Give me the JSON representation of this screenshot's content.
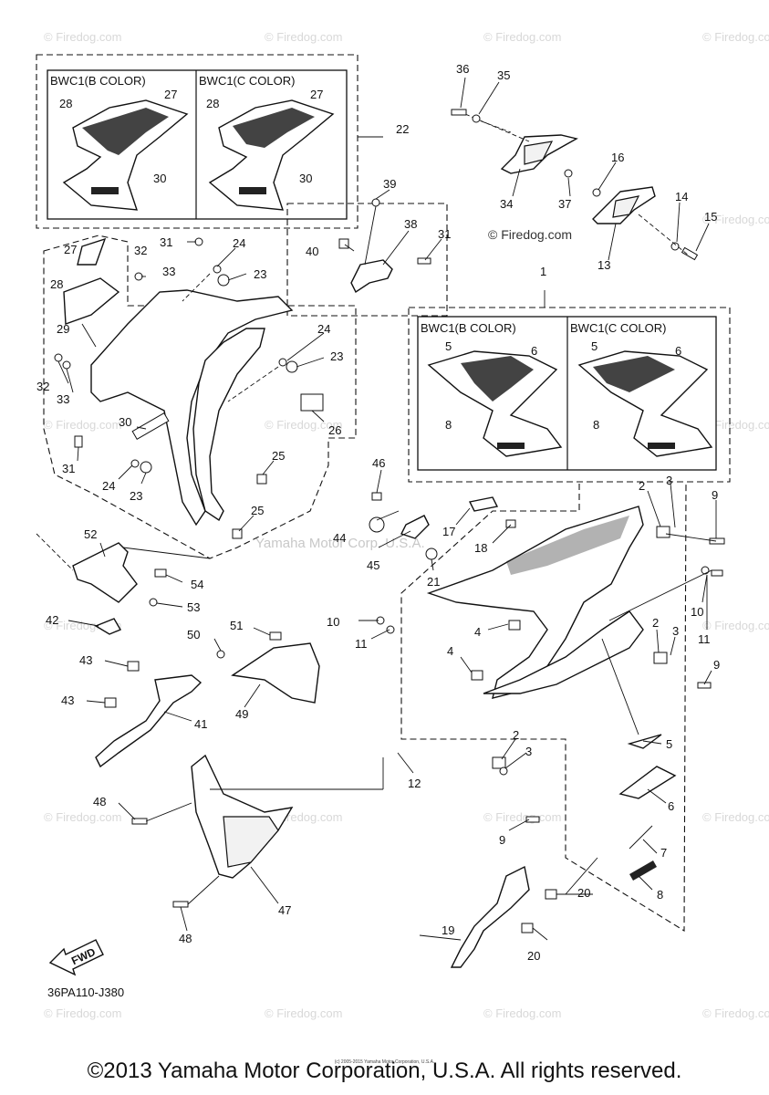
{
  "watermark": "© Firedog.com",
  "center_watermark": "Yamaha Motor Corp. U.S.A.",
  "diagram_code": "36PA110-J380",
  "fwd_label": "FWD",
  "copyright": "©2013 Yamaha Motor Corporation, U.S.A. All rights reserved.",
  "small_copyright": "(c) 2005-2015 Yamaha Motor Corporation, U.S.A.",
  "inset_top": {
    "b_color": "BWC1(B COLOR)",
    "c_color": "BWC1(C COLOR)",
    "num": "22"
  },
  "inset_right": {
    "b_color": "BWC1(B COLOR)",
    "c_color": "BWC1(C COLOR)",
    "num": "1"
  },
  "callouts": [
    {
      "id": "c22",
      "text": "22"
    },
    {
      "id": "c36",
      "text": "36"
    },
    {
      "id": "c35",
      "text": "35"
    },
    {
      "id": "c34",
      "text": "34"
    },
    {
      "id": "c37",
      "text": "37"
    },
    {
      "id": "c16",
      "text": "16"
    },
    {
      "id": "c14",
      "text": "14"
    },
    {
      "id": "c15",
      "text": "15"
    },
    {
      "id": "c13",
      "text": "13"
    },
    {
      "id": "c39",
      "text": "39"
    },
    {
      "id": "c38",
      "text": "38"
    },
    {
      "id": "c40",
      "text": "40"
    },
    {
      "id": "c31a",
      "text": "31"
    },
    {
      "id": "c31b",
      "text": "31"
    },
    {
      "id": "c31c",
      "text": "31"
    },
    {
      "id": "c24a",
      "text": "24"
    },
    {
      "id": "c23a",
      "text": "23"
    },
    {
      "id": "c24b",
      "text": "24"
    },
    {
      "id": "c23b",
      "text": "23"
    },
    {
      "id": "c27",
      "text": "27"
    },
    {
      "id": "c32a",
      "text": "32"
    },
    {
      "id": "c33a",
      "text": "33"
    },
    {
      "id": "c28",
      "text": "28"
    },
    {
      "id": "c29",
      "text": "29"
    },
    {
      "id": "c32b",
      "text": "32"
    },
    {
      "id": "c33b",
      "text": "33"
    },
    {
      "id": "c26",
      "text": "26"
    },
    {
      "id": "c30",
      "text": "30"
    },
    {
      "id": "c24c",
      "text": "24"
    },
    {
      "id": "c23c",
      "text": "23"
    },
    {
      "id": "c25a",
      "text": "25"
    },
    {
      "id": "c25b",
      "text": "25"
    },
    {
      "id": "c46",
      "text": "46"
    },
    {
      "id": "c44",
      "text": "44"
    },
    {
      "id": "c45",
      "text": "45"
    },
    {
      "id": "c17",
      "text": "17"
    },
    {
      "id": "c18",
      "text": "18"
    },
    {
      "id": "c21",
      "text": "21"
    },
    {
      "id": "c2a",
      "text": "2"
    },
    {
      "id": "c3a",
      "text": "3"
    },
    {
      "id": "c9a",
      "text": "9"
    },
    {
      "id": "c10a",
      "text": "10"
    },
    {
      "id": "c11a",
      "text": "11"
    },
    {
      "id": "c10b",
      "text": "10"
    },
    {
      "id": "c11b",
      "text": "11"
    },
    {
      "id": "c4a",
      "text": "4"
    },
    {
      "id": "c4b",
      "text": "4"
    },
    {
      "id": "c2b",
      "text": "2"
    },
    {
      "id": "c3b",
      "text": "3"
    },
    {
      "id": "c9b",
      "text": "9"
    },
    {
      "id": "c52",
      "text": "52"
    },
    {
      "id": "c54",
      "text": "54"
    },
    {
      "id": "c53",
      "text": "53"
    },
    {
      "id": "c42",
      "text": "42"
    },
    {
      "id": "c43a",
      "text": "43"
    },
    {
      "id": "c43b",
      "text": "43"
    },
    {
      "id": "c41",
      "text": "41"
    },
    {
      "id": "c50",
      "text": "50"
    },
    {
      "id": "c51",
      "text": "51"
    },
    {
      "id": "c49",
      "text": "49"
    },
    {
      "id": "c12",
      "text": "12"
    },
    {
      "id": "c2c",
      "text": "2"
    },
    {
      "id": "c3c",
      "text": "3"
    },
    {
      "id": "c9c",
      "text": "9"
    },
    {
      "id": "c5",
      "text": "5"
    },
    {
      "id": "c6",
      "text": "6"
    },
    {
      "id": "c7",
      "text": "7"
    },
    {
      "id": "c8",
      "text": "8"
    },
    {
      "id": "c48a",
      "text": "48"
    },
    {
      "id": "c47",
      "text": "47"
    },
    {
      "id": "c48b",
      "text": "48"
    },
    {
      "id": "c19",
      "text": "19"
    },
    {
      "id": "c20a",
      "text": "20"
    },
    {
      "id": "c20b",
      "text": "20"
    },
    {
      "id": "t28",
      "text": "28"
    },
    {
      "id": "t27",
      "text": "27"
    },
    {
      "id": "t30",
      "text": "30"
    },
    {
      "id": "t28c",
      "text": "28"
    },
    {
      "id": "t27c",
      "text": "27"
    },
    {
      "id": "t30c",
      "text": "30"
    },
    {
      "id": "r5",
      "text": "5"
    },
    {
      "id": "r6",
      "text": "6"
    },
    {
      "id": "r8",
      "text": "8"
    },
    {
      "id": "r5c",
      "text": "5"
    },
    {
      "id": "r6c",
      "text": "6"
    },
    {
      "id": "r8c",
      "text": "8"
    }
  ]
}
